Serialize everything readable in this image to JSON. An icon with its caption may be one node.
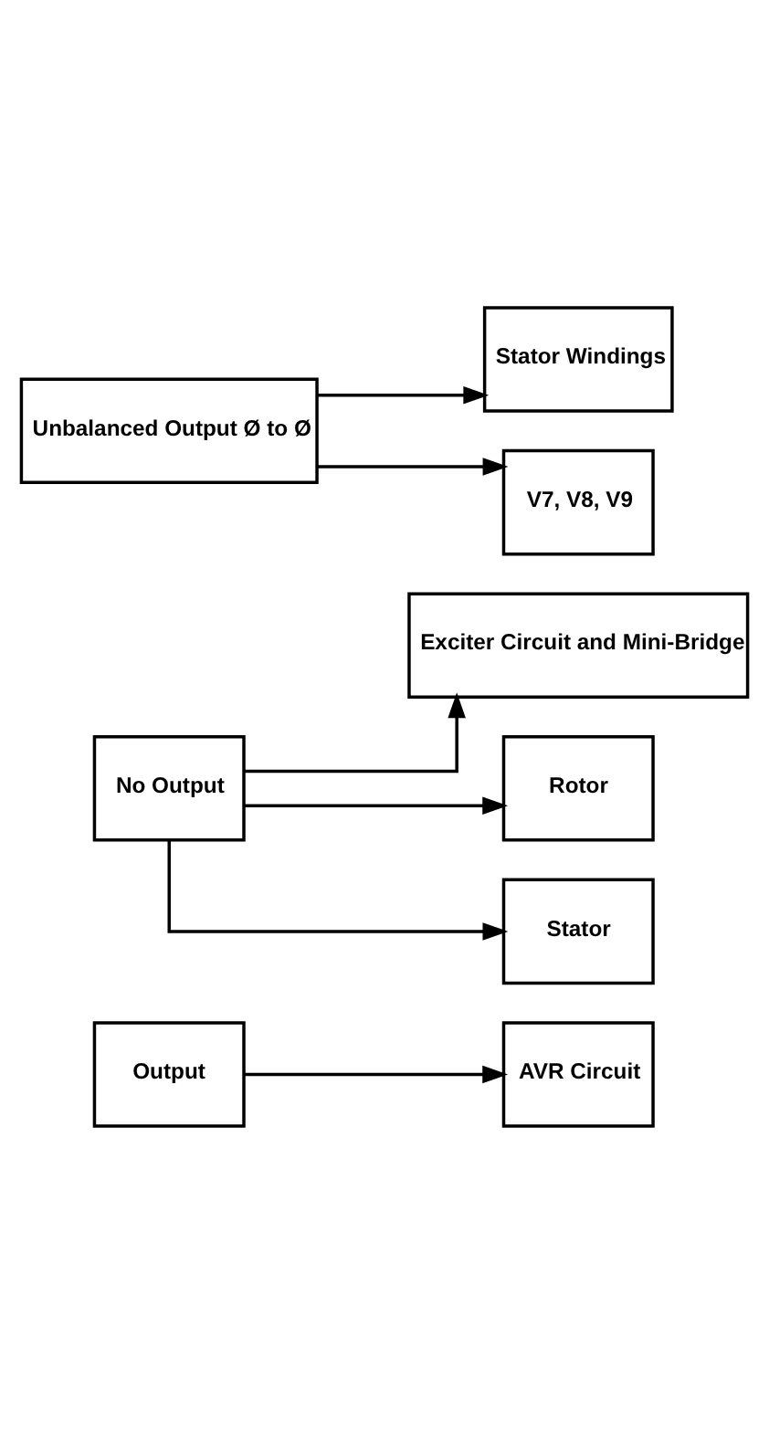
{
  "diagram": {
    "nodes": [
      {
        "text": [
          "Output"
        ]
      },
      {
        "text": [
          "AVR Circuit"
        ]
      },
      {
        "text": [
          "No Output"
        ]
      },
      {
        "text": [
          "Exciter Circuit and Mini-Bridge"
        ]
      },
      {
        "text": [
          "Rotor"
        ]
      },
      {
        "text": [
          "Stator"
        ]
      },
      {
        "text": [
          "Unbalanced Output Ø to Ø"
        ]
      },
      {
        "text": [
          "Stator Windings"
        ]
      },
      {
        "text": [
          "V7, V8, V9"
        ]
      }
    ],
    "edges": [
      {
        "from": 0,
        "to": 1,
        "arrow": "to"
      },
      {
        "from": 2,
        "to": 3,
        "arrow": "to"
      },
      {
        "from": 2,
        "to": 4,
        "arrow": "to"
      },
      {
        "from": 2,
        "to": 5,
        "arrow": "to"
      },
      {
        "from": 6,
        "to": 7,
        "arrow": "to"
      },
      {
        "from": 6,
        "to": 8,
        "arrow": "to"
      }
    ]
  }
}
